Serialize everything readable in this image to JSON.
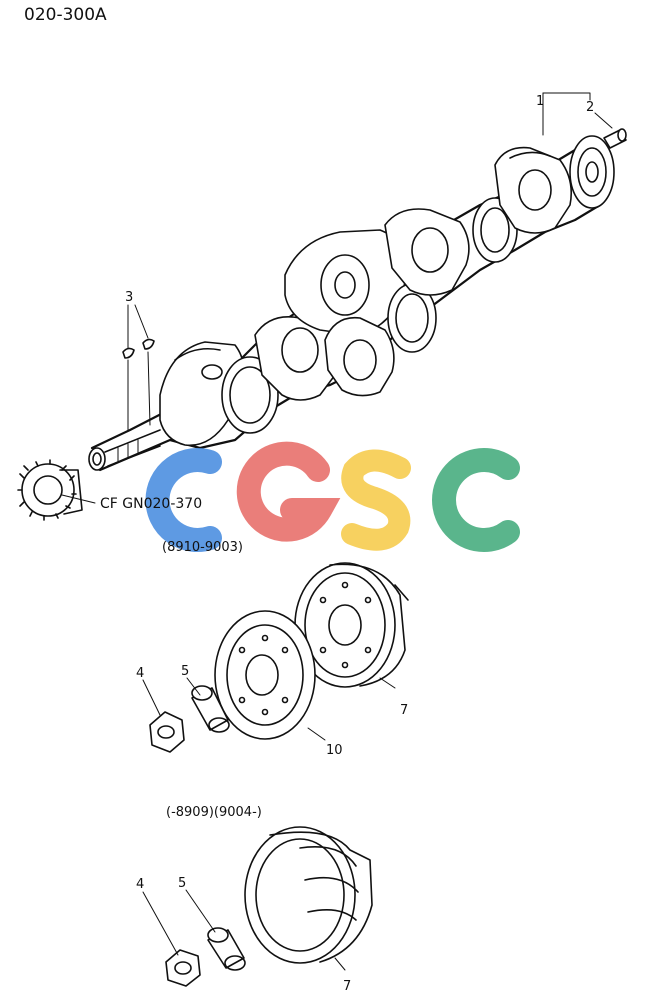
{
  "header": {
    "code": "020-300A"
  },
  "callouts": {
    "c1": "1",
    "c2": "2",
    "c3": "3",
    "c4a": "4",
    "c5a": "5",
    "c7a": "7",
    "c10": "10",
    "c4b": "4",
    "c5b": "5",
    "c7b": "7"
  },
  "notes": {
    "cf": "CF GN020-370",
    "range_upper": "(8910-9003)",
    "range_lower": "(-8909)(9004-)"
  },
  "watermark": {
    "letters": [
      "C",
      "G",
      "S",
      "C"
    ],
    "colors": [
      "#4d8fe0",
      "#e8706b",
      "#f6cc4f",
      "#48ad7f"
    ]
  }
}
